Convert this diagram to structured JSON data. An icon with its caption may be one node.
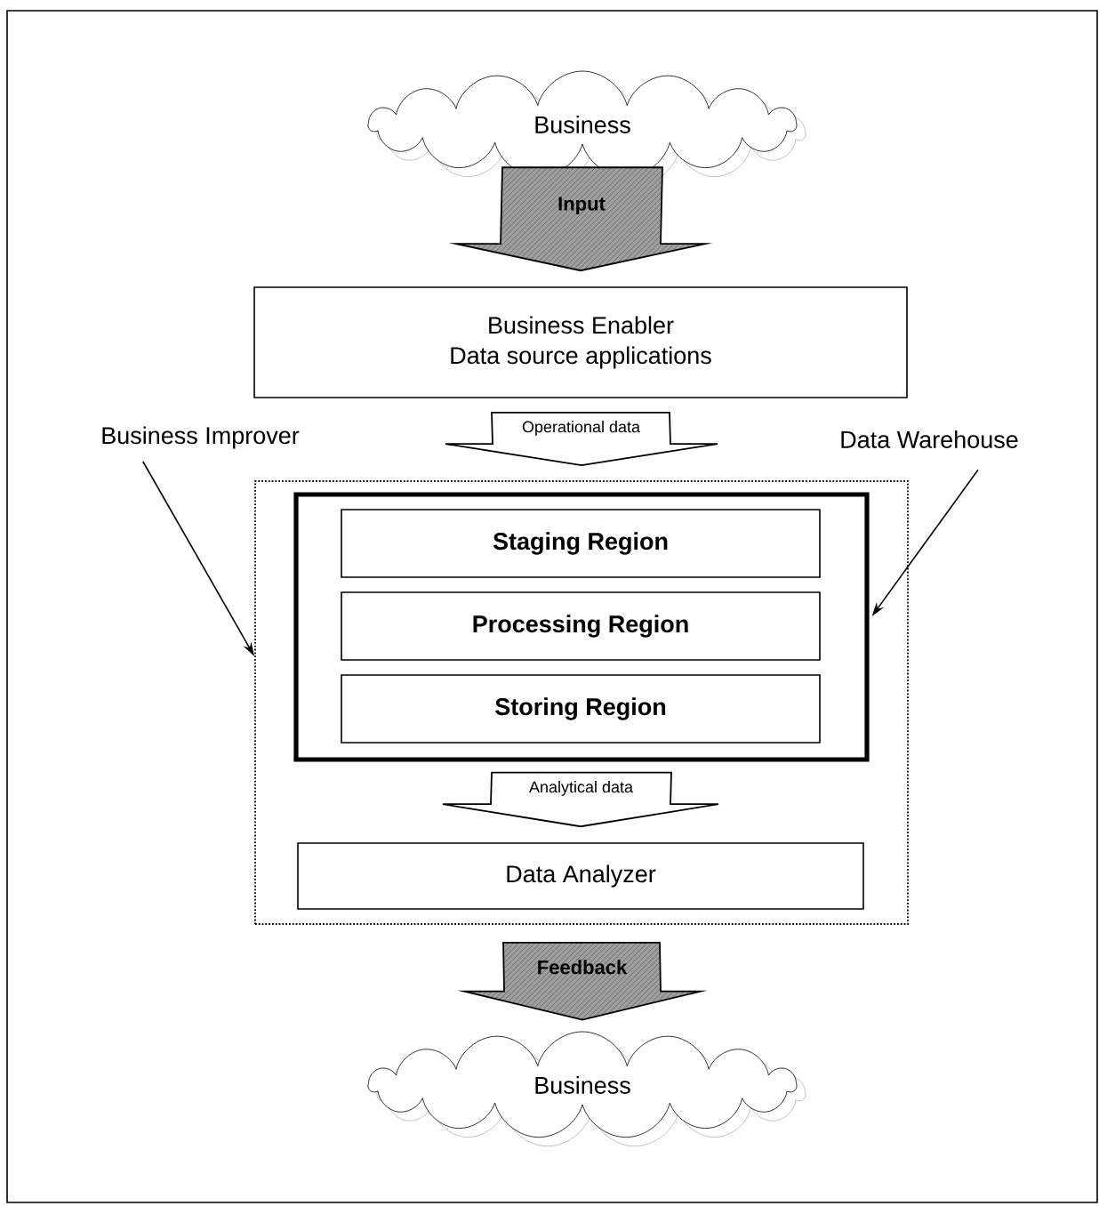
{
  "diagram": {
    "nodes": [
      {
        "text": [
          "Business"
        ]
      },
      {
        "text": [
          "Business Enabler",
          "Data source applications"
        ]
      },
      {
        "text": [
          "Business Improver"
        ]
      },
      {
        "text": [
          "Data Warehouse"
        ]
      },
      {
        "text": [],
        "shape": "box"
      },
      {
        "text": [],
        "shape": "box",
        "in": 4
      },
      {
        "text": [
          "Staging Region"
        ],
        "in": 5
      },
      {
        "text": [
          "Processing Region"
        ],
        "in": 5
      },
      {
        "text": [
          "Storing Region"
        ],
        "in": 5
      },
      {
        "text": [
          "Data Analyzer"
        ],
        "in": 4
      },
      {
        "text": [
          "Business"
        ]
      }
    ],
    "edges": [
      {
        "from": 0,
        "to": 1,
        "arrow": "to",
        "label": "Input",
        "color": "#9e9e9e"
      },
      {
        "from": 1,
        "to": 4,
        "arrow": "to",
        "label": "Operational data"
      },
      {
        "from": 5,
        "to": 9,
        "arrow": "to",
        "label": "Analytical data"
      },
      {
        "from": 4,
        "to": 10,
        "arrow": "to",
        "label": "Feedback",
        "color": "#9e9e9e"
      },
      {
        "from": 2,
        "to": 4,
        "arrow": "to"
      },
      {
        "from": 3,
        "to": 5,
        "arrow": "to"
      }
    ]
  }
}
